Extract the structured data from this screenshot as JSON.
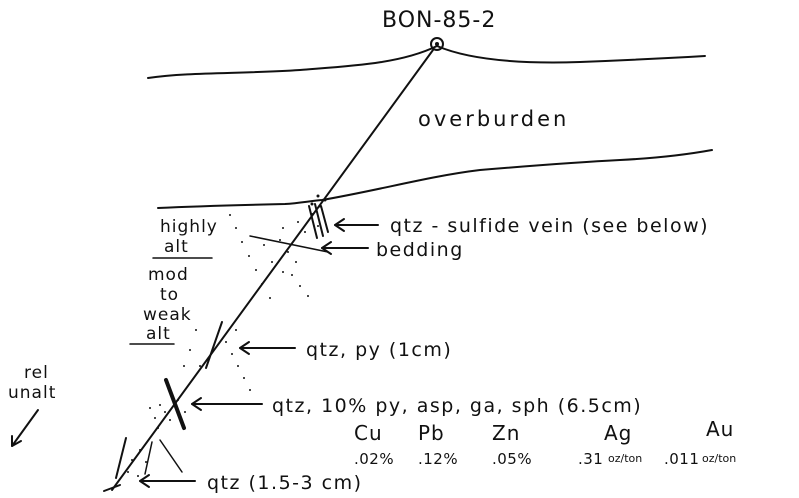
{
  "drillhole": {
    "id": "BON-85-2"
  },
  "overburden_label": "overburden",
  "alteration_zones": [
    {
      "line1": "highly",
      "line2": "alt"
    },
    {
      "line1": "mod",
      "line2": "to",
      "line3": "weak",
      "line4": "alt"
    },
    {
      "line1": "rel",
      "line2": "unalt"
    }
  ],
  "annotations": {
    "vein_top": "qtz - sulfide vein (see below)",
    "bedding": "bedding",
    "vein_mid": "qtz, py (1cm)",
    "vein_main": "qtz, 10% py, asp, ga, sph (6.5cm)",
    "vein_bottom": "qtz (1.5-3 cm)"
  },
  "assay": {
    "headers": [
      "Cu",
      "Pb",
      "Zn",
      "Ag",
      "Au"
    ],
    "values": [
      ".02%",
      ".12%",
      ".05%",
      ".31",
      ".011"
    ],
    "ag_unit": "oz/ton",
    "au_unit": "oz/ton"
  }
}
